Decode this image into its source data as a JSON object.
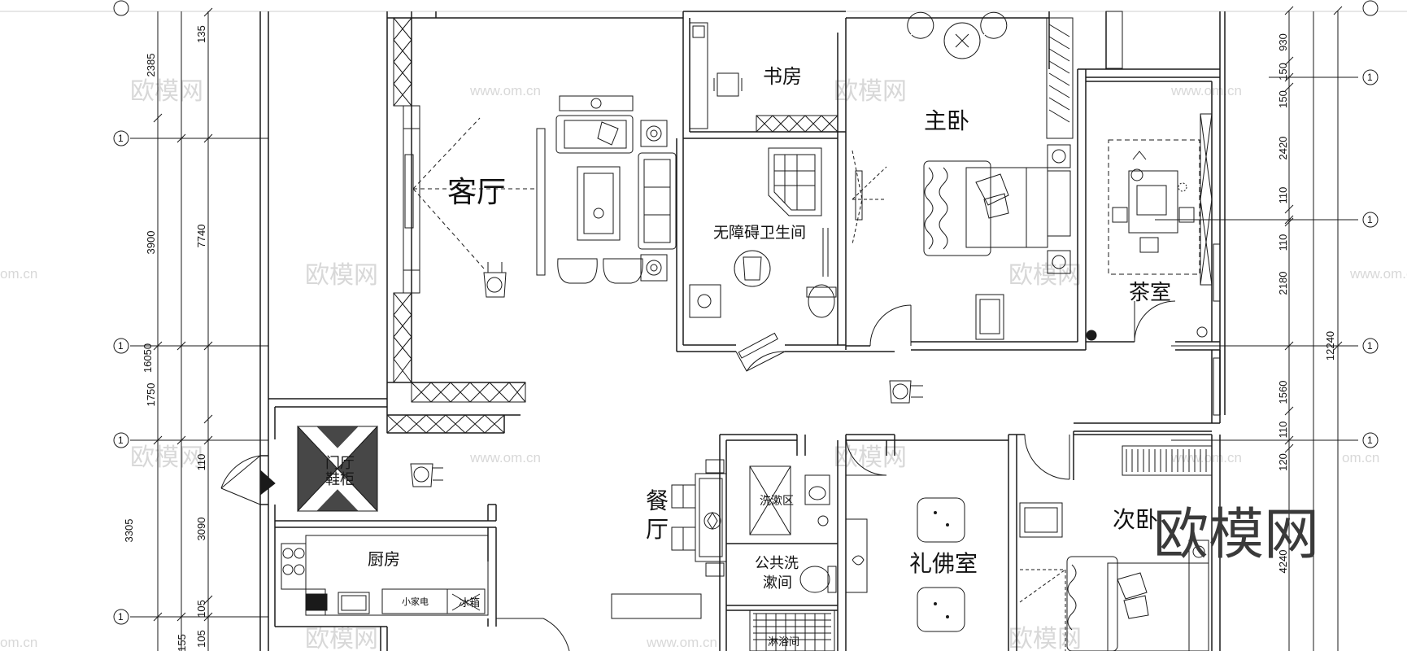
{
  "rooms": {
    "living": "客厅",
    "study": "书房",
    "master_bedroom": "主卧",
    "tea_room": "茶室",
    "accessible_bathroom": "无障碍卫生间",
    "entry_line1": "门厅",
    "entry_line2": "鞋柜",
    "dining_line1": "餐",
    "dining_line2": "厅",
    "kitchen": "厨房",
    "appliance": "小家电",
    "fridge": "冰箱",
    "washing_area": "洗漱区",
    "public_wash_line1": "公共洗",
    "public_wash_line2": "漱间",
    "shower_room": "淋浴间",
    "buddha_room": "礼佛室",
    "second_bedroom": "次卧"
  },
  "dimensions": {
    "left_outer": [
      "2385",
      "3900",
      "1750",
      "3305",
      "155"
    ],
    "left_mid": [
      "135",
      "7740",
      "16050",
      "110",
      "3090",
      "105",
      "105"
    ],
    "right": [
      "930",
      "150",
      "150",
      "2420",
      "110",
      "110",
      "2180",
      "1560",
      "110",
      "120",
      "4240"
    ],
    "right_total": "12240"
  },
  "axis_label": "1",
  "watermarks": {
    "brand": "欧模网",
    "url": "www.om.cn",
    "url_short": "om.cn"
  },
  "logo_text": "欧模网",
  "colors": {
    "line": "#1a1a1a",
    "watermark": "#d8d8d8",
    "logo": "#3a3a3a"
  }
}
